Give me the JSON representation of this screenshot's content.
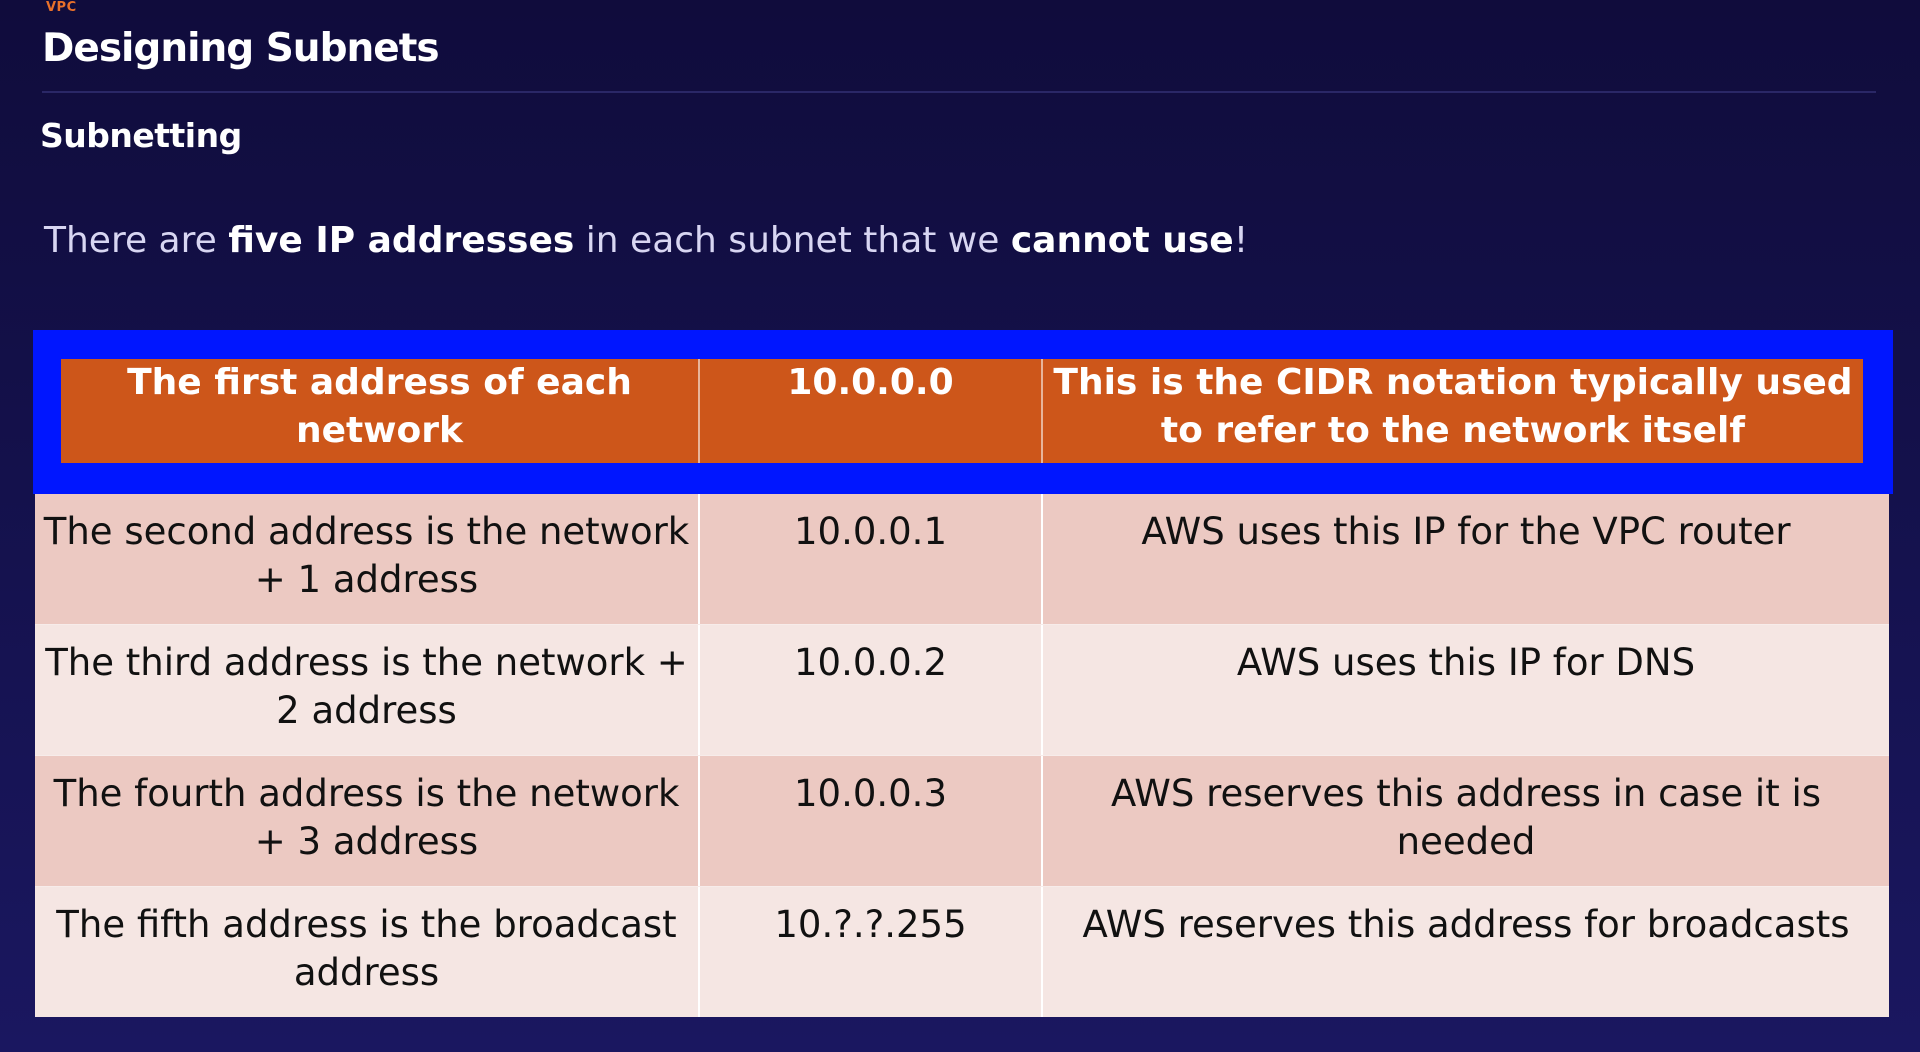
{
  "header": {
    "eyebrow": "VPC",
    "title": "Designing Subnets",
    "subtitle": "Subnetting"
  },
  "intro": {
    "part1": "There are ",
    "bold1": "five IP addresses",
    "part2": " in each subnet that we ",
    "bold2": "cannot use",
    "part3": "!"
  },
  "table": {
    "highlight_color": "#0016ff",
    "header_color": "#cd561a",
    "rows": [
      {
        "description": "The first address of each network",
        "address": "10.0.0.0",
        "note": "This is the CIDR notation typically used to refer to the network itself"
      },
      {
        "description": "The second address is the network + 1 address",
        "address": "10.0.0.1",
        "note": "AWS uses this IP for the VPC router"
      },
      {
        "description": "The third address is the network + 2 address",
        "address": "10.0.0.2",
        "note": "AWS uses this IP for DNS"
      },
      {
        "description": "The fourth address is the network + 3 address",
        "address": "10.0.0.3",
        "note": "AWS reserves this address in case it is needed"
      },
      {
        "description": "The fifth address is the broadcast address",
        "address": "10.?.?.255",
        "note": "AWS reserves this address for broadcasts"
      }
    ]
  }
}
